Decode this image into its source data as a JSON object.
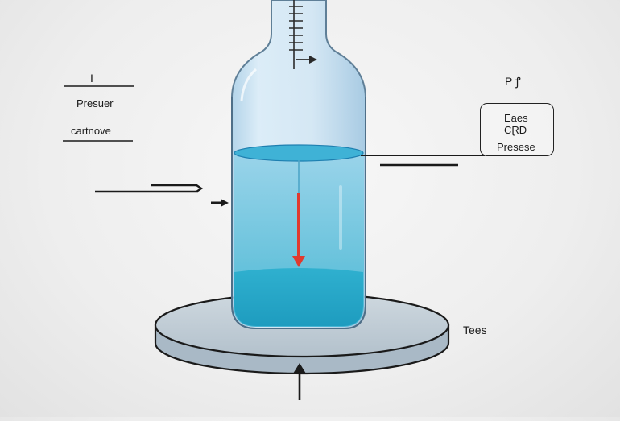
{
  "labels": {
    "top_left_mark": "I",
    "pressure": "Presuer",
    "cartnove": "cartnove",
    "top_right": "P ꝭ",
    "bottom_right": "Tees"
  },
  "info_box": {
    "line1": "Eaes",
    "line2": "CⱤD",
    "line3": "Presese"
  },
  "colors": {
    "background": "#eeeeee",
    "liquid": "#5cc2da",
    "liquid_deep": "#2ba8c8",
    "glass": "#c9e3f4",
    "arrow_down": "#e03a2f",
    "outline": "#1a1a1a",
    "platform": "#bcc9d3"
  }
}
